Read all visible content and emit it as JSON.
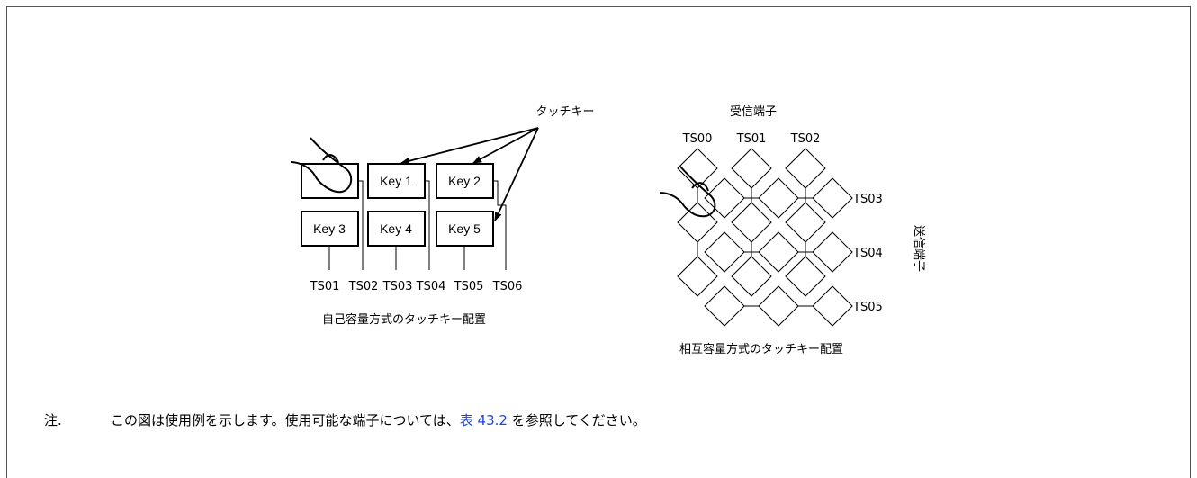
{
  "self_capacitance": {
    "keys": [
      "Key 1",
      "Key 2",
      "Key 3",
      "Key 4",
      "Key 5"
    ],
    "terminals": [
      "TS01",
      "TS02",
      "TS03",
      "TS04",
      "TS05",
      "TS06"
    ],
    "callout": "タッチキー",
    "caption": "自己容量方式のタッチキー配置"
  },
  "mutual_capacitance": {
    "receive_title": "受信端子",
    "receive_terminals": [
      "TS00",
      "TS01",
      "TS02"
    ],
    "transmit_terminals": [
      "TS03",
      "TS04",
      "TS05"
    ],
    "transmit_title": "送信端子",
    "caption": "相互容量方式のタッチキー配置"
  },
  "note": {
    "mark": "注.",
    "text_before": "この図は使用例を示します。使用可能な端子については、",
    "link": "表 43.2",
    "text_after": " を参照してください。"
  }
}
